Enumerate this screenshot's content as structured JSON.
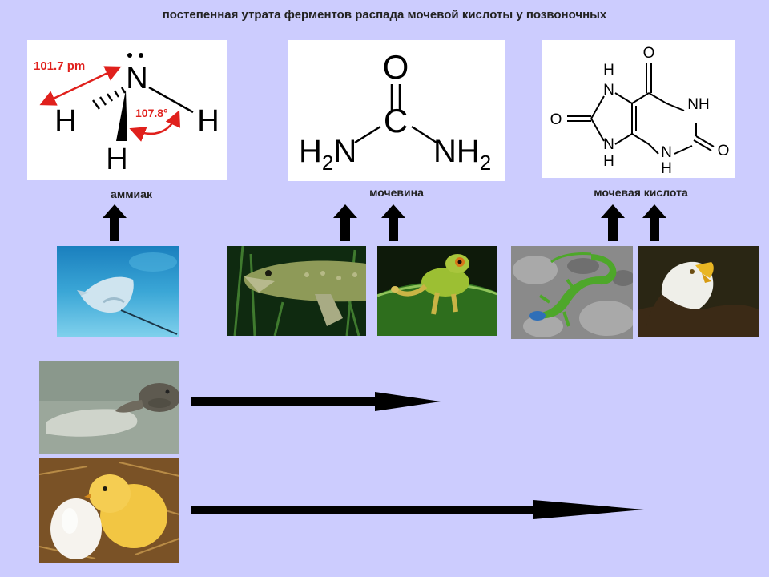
{
  "title": "постепенная утрата ферментов распада мочевой кислоты у позвоночных",
  "structures": {
    "ammonia": {
      "label": "аммиак",
      "atom_n": "N",
      "atom_h": "H",
      "bond_length": "101.7 pm",
      "bond_angle": "107.8°"
    },
    "urea": {
      "label": "мочевина",
      "atom_o": "O",
      "atom_c": "C",
      "left_group": "H",
      "left_sub": "2",
      "left_tail": "N",
      "right_group": "NH",
      "right_sub": "2"
    },
    "uric_acid": {
      "label": "мочевая кислота",
      "o": "O",
      "nh": "NH",
      "n": "N",
      "h": "H"
    }
  },
  "colors": {
    "background": "#ccccfe",
    "annotation": "#e0201c",
    "arrow": "#000000"
  },
  "icons": {
    "up_arrow": "up-arrow-icon",
    "right_arrow": "right-arrow-icon"
  }
}
